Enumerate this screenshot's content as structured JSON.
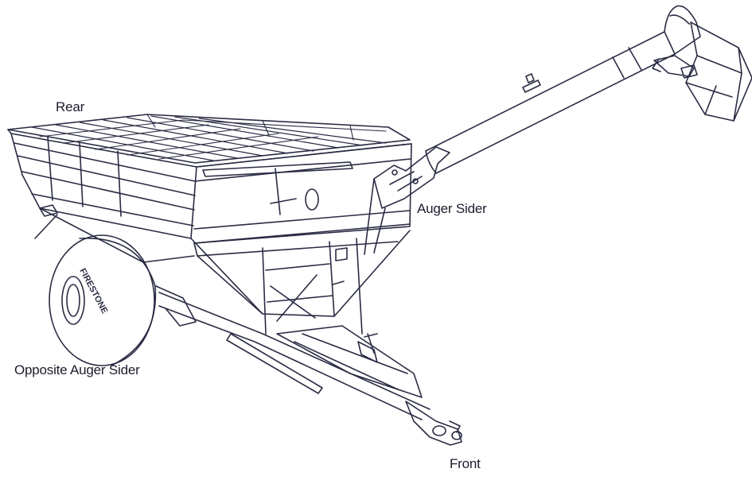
{
  "labels": {
    "rear": "Rear",
    "auger_side": "Auger Sider",
    "opposite_side": "Opposite Auger Sider",
    "front": "Front"
  },
  "tire": {
    "brand_text": "FIRESTONE"
  },
  "colors": {
    "line": "#2a2c44",
    "label": "#1b1c2c",
    "background": "#ffffff"
  }
}
